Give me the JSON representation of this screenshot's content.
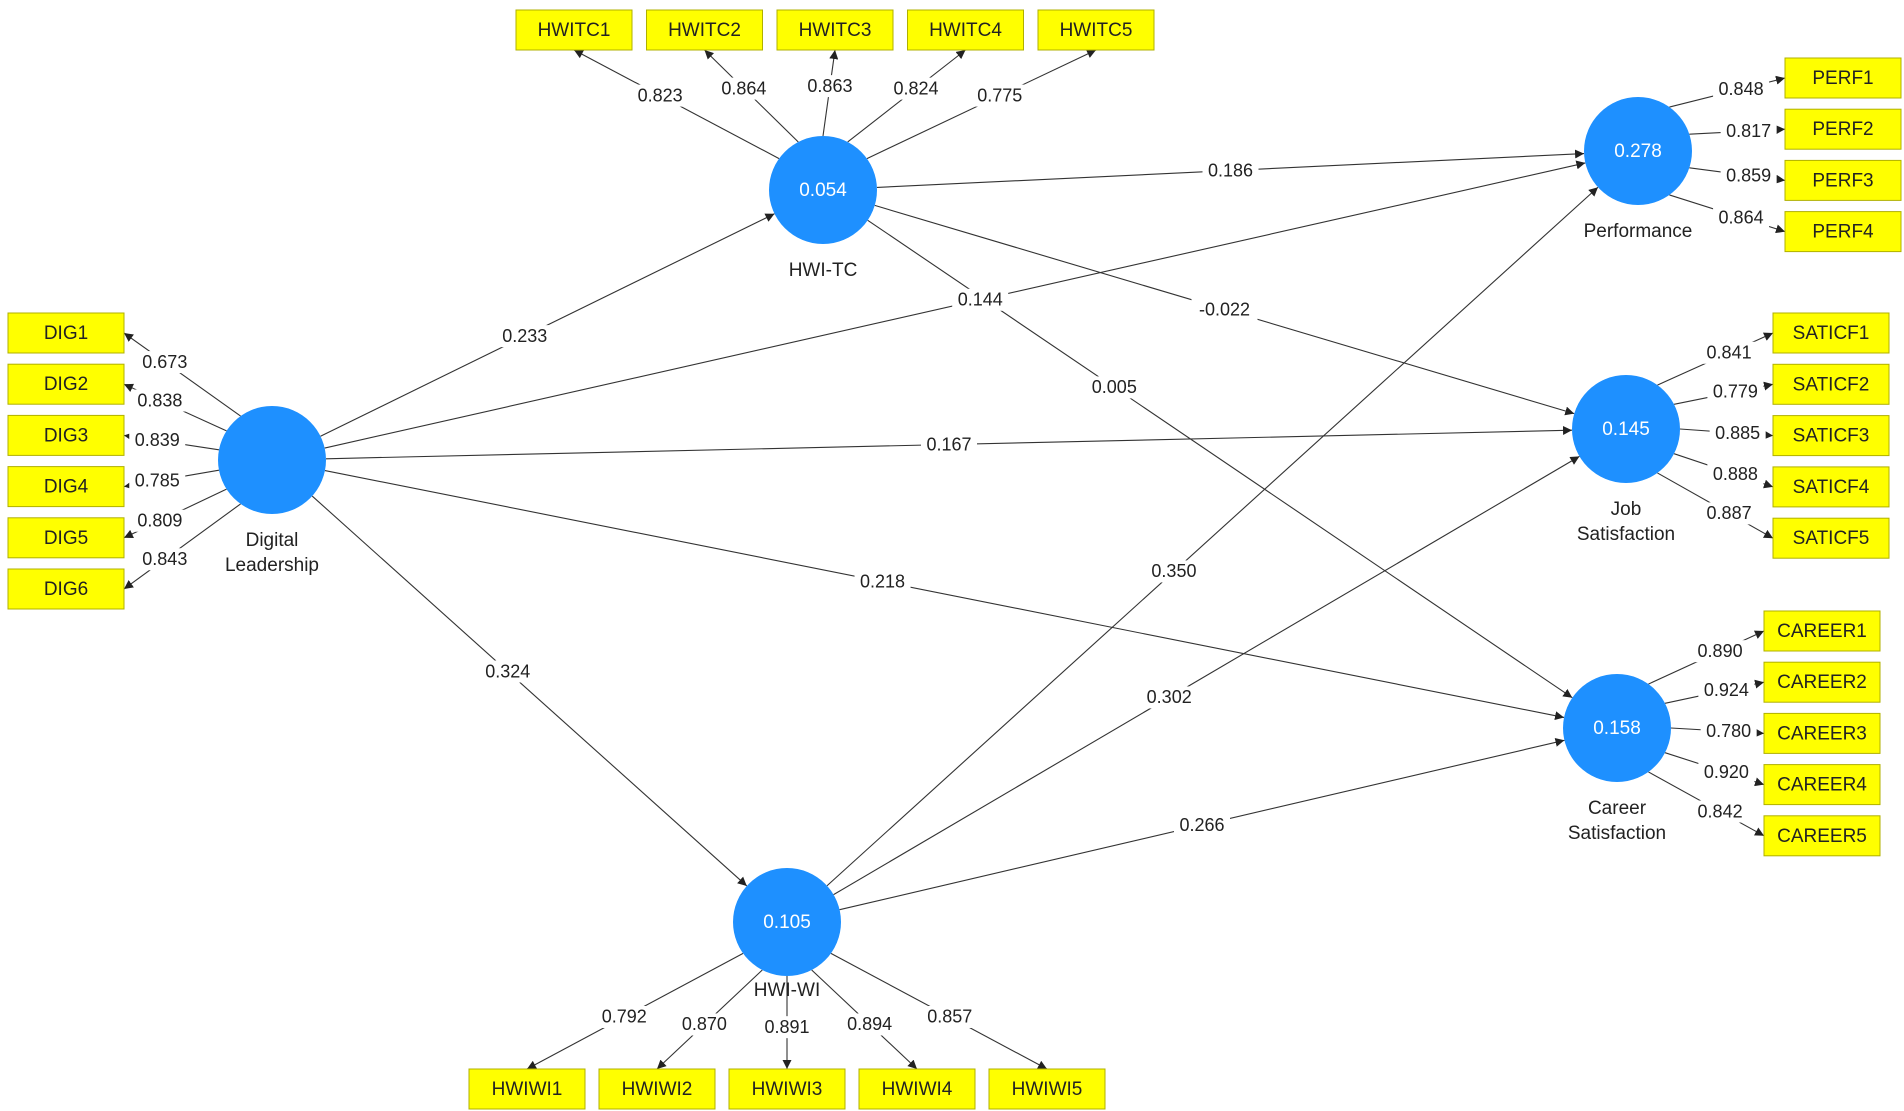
{
  "model": {
    "constructs": [
      {
        "id": "dl",
        "name_lines": [
          "Digital",
          "Leadership"
        ],
        "r2": ""
      },
      {
        "id": "tc",
        "name_lines": [
          "HWI-TC"
        ],
        "r2": "0.054"
      },
      {
        "id": "wi",
        "name_lines": [
          "HWI-WI"
        ],
        "r2": "0.105"
      },
      {
        "id": "perf",
        "name_lines": [
          "Performance"
        ],
        "r2": "0.278"
      },
      {
        "id": "job",
        "name_lines": [
          "Job",
          "Satisfaction"
        ],
        "r2": "0.145"
      },
      {
        "id": "career",
        "name_lines": [
          "Career",
          "Satisfaction"
        ],
        "r2": "0.158"
      }
    ],
    "paths": [
      {
        "from": "dl",
        "to": "tc",
        "coef": "0.233"
      },
      {
        "from": "dl",
        "to": "perf",
        "coef": "0.144"
      },
      {
        "from": "dl",
        "to": "job",
        "coef": "0.167"
      },
      {
        "from": "dl",
        "to": "career",
        "coef": "0.218"
      },
      {
        "from": "dl",
        "to": "wi",
        "coef": "0.324"
      },
      {
        "from": "tc",
        "to": "perf",
        "coef": "0.186"
      },
      {
        "from": "tc",
        "to": "job",
        "coef": "-0.022"
      },
      {
        "from": "tc",
        "to": "career",
        "coef": "0.005"
      },
      {
        "from": "wi",
        "to": "perf",
        "coef": "0.350"
      },
      {
        "from": "wi",
        "to": "job",
        "coef": "0.302"
      },
      {
        "from": "wi",
        "to": "career",
        "coef": "0.266"
      }
    ],
    "indicators": [
      {
        "construct": "dl",
        "items": [
          {
            "label": "DIG1",
            "loading": "0.673"
          },
          {
            "label": "DIG2",
            "loading": "0.838"
          },
          {
            "label": "DIG3",
            "loading": "0.839"
          },
          {
            "label": "DIG4",
            "loading": "0.785"
          },
          {
            "label": "DIG5",
            "loading": "0.809"
          },
          {
            "label": "DIG6",
            "loading": "0.843"
          }
        ]
      },
      {
        "construct": "tc",
        "items": [
          {
            "label": "HWITC1",
            "loading": "0.823"
          },
          {
            "label": "HWITC2",
            "loading": "0.864"
          },
          {
            "label": "HWITC3",
            "loading": "0.863"
          },
          {
            "label": "HWITC4",
            "loading": "0.824"
          },
          {
            "label": "HWITC5",
            "loading": "0.775"
          }
        ]
      },
      {
        "construct": "wi",
        "items": [
          {
            "label": "HWIWI1",
            "loading": "0.792"
          },
          {
            "label": "HWIWI2",
            "loading": "0.870"
          },
          {
            "label": "HWIWI3",
            "loading": "0.891"
          },
          {
            "label": "HWIWI4",
            "loading": "0.894"
          },
          {
            "label": "HWIWI5",
            "loading": "0.857"
          }
        ]
      },
      {
        "construct": "perf",
        "items": [
          {
            "label": "PERF1",
            "loading": "0.848"
          },
          {
            "label": "PERF2",
            "loading": "0.817"
          },
          {
            "label": "PERF3",
            "loading": "0.859"
          },
          {
            "label": "PERF4",
            "loading": "0.864"
          }
        ]
      },
      {
        "construct": "job",
        "items": [
          {
            "label": "SATICF1",
            "loading": "0.841"
          },
          {
            "label": "SATICF2",
            "loading": "0.779"
          },
          {
            "label": "SATICF3",
            "loading": "0.885"
          },
          {
            "label": "SATICF4",
            "loading": "0.888"
          },
          {
            "label": "SATICF5",
            "loading": "0.887"
          }
        ]
      },
      {
        "construct": "career",
        "items": [
          {
            "label": "CAREER1",
            "loading": "0.890"
          },
          {
            "label": "CAREER2",
            "loading": "0.924"
          },
          {
            "label": "CAREER3",
            "loading": "0.780"
          },
          {
            "label": "CAREER4",
            "loading": "0.920"
          },
          {
            "label": "CAREER5",
            "loading": "0.842"
          }
        ]
      }
    ]
  },
  "colors": {
    "construct_fill": "#1e90ff",
    "indicator_fill": "#ffff00",
    "background": "#ffffff",
    "line": "#333333"
  }
}
